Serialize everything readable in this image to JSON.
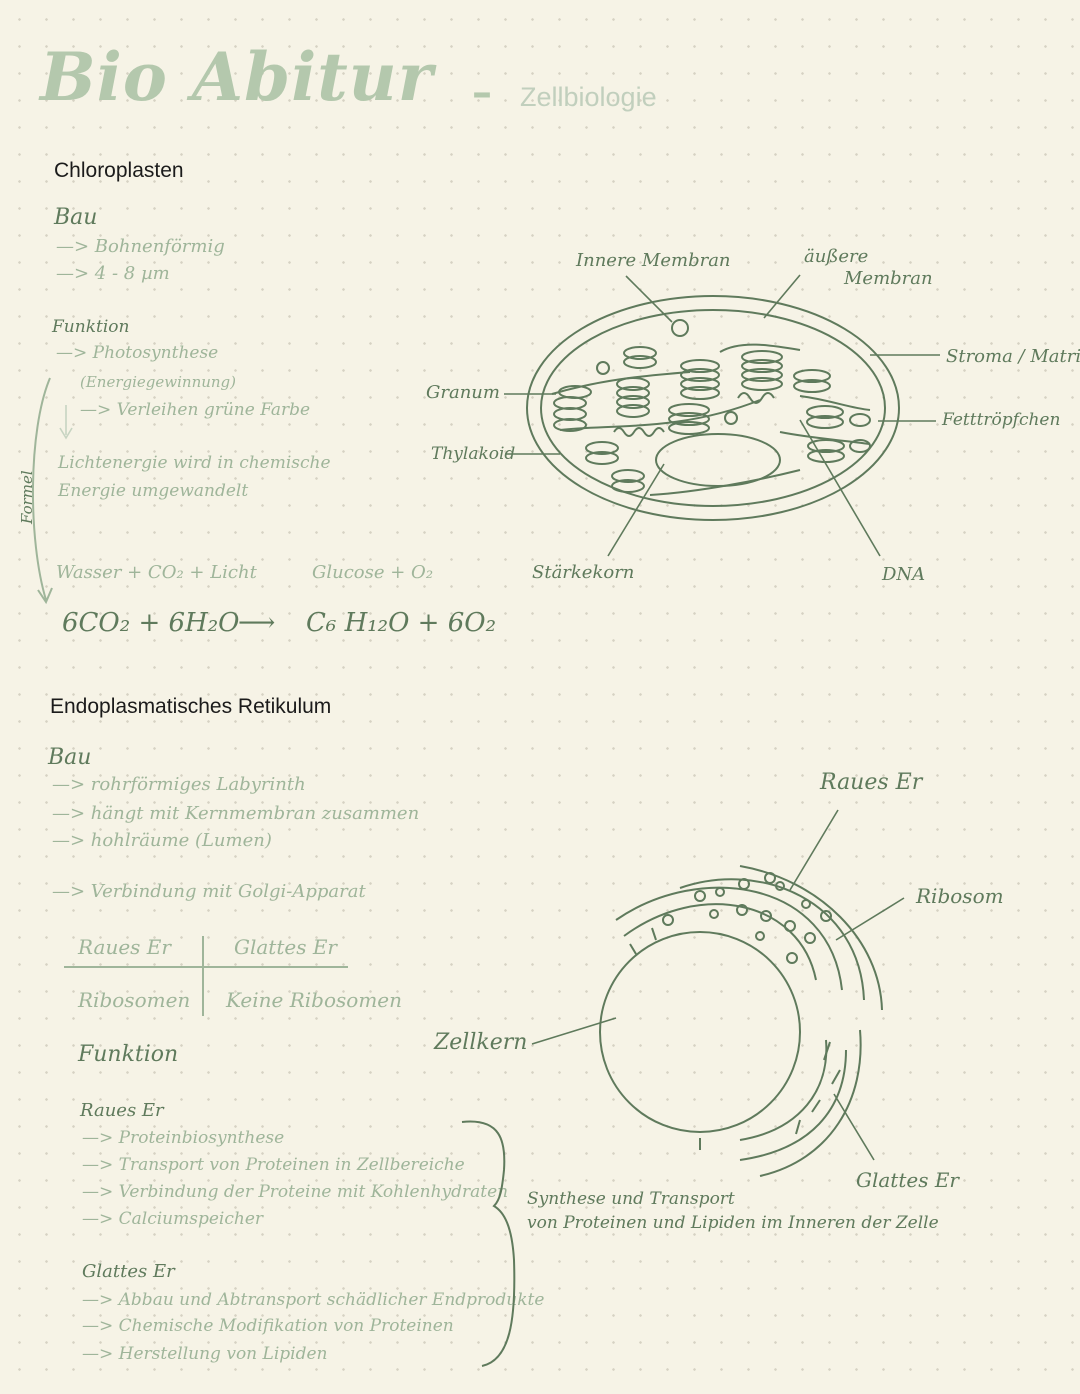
{
  "header": {
    "title": "Bio Abitur",
    "dash": "–",
    "subtitle": "Zellbiologie"
  },
  "chloro": {
    "heading": "Chloroplasten",
    "bau": {
      "label": "Bau",
      "items": [
        "—> Bohnenförmig",
        "—> 4 - 8 µm"
      ]
    },
    "funktion": {
      "label": "Funktion",
      "items": [
        "—> Photosynthese",
        "(Energiegewinnung)",
        "—> Verleihen grüne Farbe"
      ],
      "text1": "Lichtenergie wird in chemische",
      "text2": "Energie umgewandelt"
    },
    "side_label": "Formel",
    "equation_words": {
      "left": "Wasser + CO₂ + Licht",
      "right": "Glucose + O₂"
    },
    "equation": {
      "left": "6CO₂ + 6H₂O",
      "arrow": "⟶",
      "right": "C₆ H₁₂O + 6O₂"
    },
    "diagram_labels": {
      "innere": "Innere Membran",
      "aussere1": "äußere",
      "aussere2": "Membran",
      "stroma": "Stroma / Matrix",
      "fett": "Fetttröpfchen",
      "granum": "Granum",
      "thylakoid": "Thylakoid",
      "staerke": "Stärkekorn",
      "dna": "DNA"
    }
  },
  "er": {
    "heading": "Endoplasmatisches Retikulum",
    "bau": {
      "label": "Bau",
      "items": [
        "—> rohrförmiges Labyrinth",
        "—> hängt mit Kernmembran zusammen",
        "—> hohlräume (Lumen)"
      ],
      "verbindung": "—> Verbindung mit Golgi-Apparat"
    },
    "table": {
      "col1_head": "Raues Er",
      "col2_head": "Glattes Er",
      "col1_val": "Ribosomen",
      "col2_val": "Keine Ribosomen"
    },
    "funktion": {
      "label": "Funktion",
      "raues_label": "Raues Er",
      "raues_items": [
        "—> Proteinbiosynthese",
        "—> Transport von Proteinen in Zellbereiche",
        "—> Verbindung der Proteine mit Kohlenhydraten",
        "—> Calciumspeicher"
      ],
      "glattes_label": "Glattes Er",
      "glattes_items": [
        "—> Abbau und Abtransport schädlicher Endprodukte",
        "—> Chemische Modifikation von Proteinen",
        "—> Herstellung von Lipiden"
      ],
      "summary1": "Synthese und Transport",
      "summary2": "von Proteinen und Lipiden im Inneren der Zelle"
    },
    "diagram_labels": {
      "raues": "Raues Er",
      "ribosom": "Ribosom",
      "zellkern": "Zellkern",
      "glattes": "Glattes Er"
    }
  },
  "colors": {
    "ink": "#5f7a5c",
    "pale_ink": "#9fb59a",
    "title": "#b4c8ad",
    "paper": "#f6f3e6"
  }
}
